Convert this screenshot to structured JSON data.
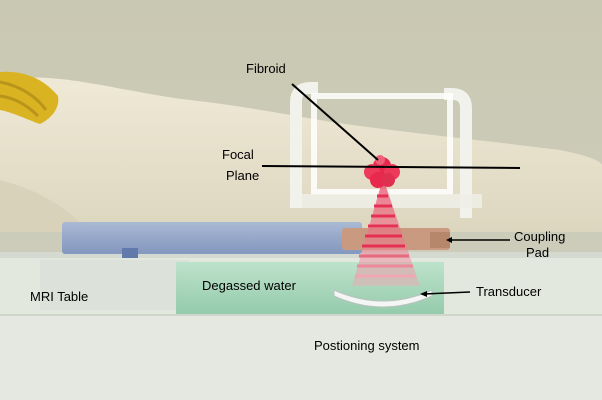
{
  "labels": {
    "fibroid": "Fibroid",
    "focal_plane_line1": "Focal",
    "focal_plane_line2": "Plane",
    "coupling_pad_line1": "Coupling",
    "coupling_pad_line2": "Pad",
    "degassed_water": "Degassed water",
    "transducer": "Transducer",
    "mri_table": "MRI Table",
    "positioning_system": "Postioning system"
  },
  "colors": {
    "background": "#c9c7b0",
    "patient_body": "#e8e2cf",
    "hair": "#d6b21e",
    "table_top": "#e6ece4",
    "blue_pad": "#8fa4c9",
    "water": "#a8d8bc",
    "beam": "#e8385a",
    "fibroid": "#e8284c",
    "coupling_pad": "#c79a80",
    "base": "#e7ebe4"
  }
}
